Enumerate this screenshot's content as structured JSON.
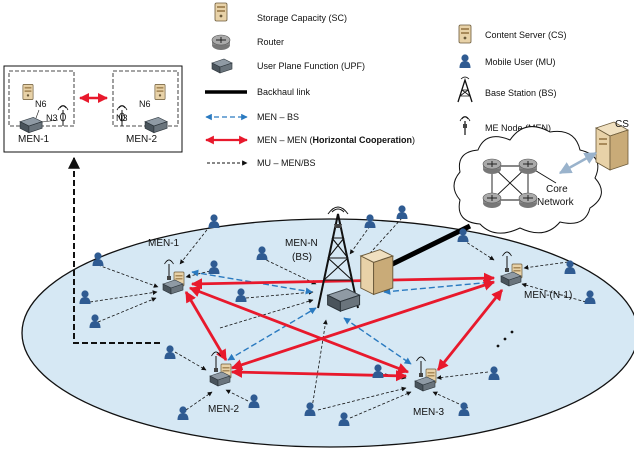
{
  "legend": {
    "sc": "Storage Capacity (SC)",
    "router": "Router",
    "upf": "User Plane Function (UPF)",
    "backhaul": "Backhaul link",
    "men_bs": "MEN – BS",
    "men_men_prefix": "MEN – MEN (",
    "men_men_bold": "Horizontal Cooperation",
    "men_men_suffix": ")",
    "mu_men_bs": "MU – MEN/BS",
    "cs": "Content Server (CS)",
    "mu": "Mobile User (MU)",
    "bs": "Base Station (BS)",
    "men": "ME Node (MEN)"
  },
  "inset": {
    "n6_left": "N6",
    "n3_left": "N3",
    "n3_right": "N3",
    "n6_right": "N6",
    "men1": "MEN-1",
    "men2": "MEN-2"
  },
  "cloud": {
    "line1": "Core",
    "line2": "Network"
  },
  "cs_label": "CS",
  "nodes": {
    "men1": "MEN-1",
    "menN_line1": "MEN-N",
    "menN_line2": "(BS)",
    "men2": "MEN-2",
    "men3": "MEN-3",
    "menN1": "MEN-(N-1)"
  },
  "ellipsis": "...",
  "colors": {
    "men_bs_link": "#2a7ac0",
    "men_men_link": "#e8192c",
    "backhaul": "#000000",
    "ellipse_fill": "#d6e8f4",
    "cs_box": "#e8d2a8",
    "router_box": "#888888"
  }
}
